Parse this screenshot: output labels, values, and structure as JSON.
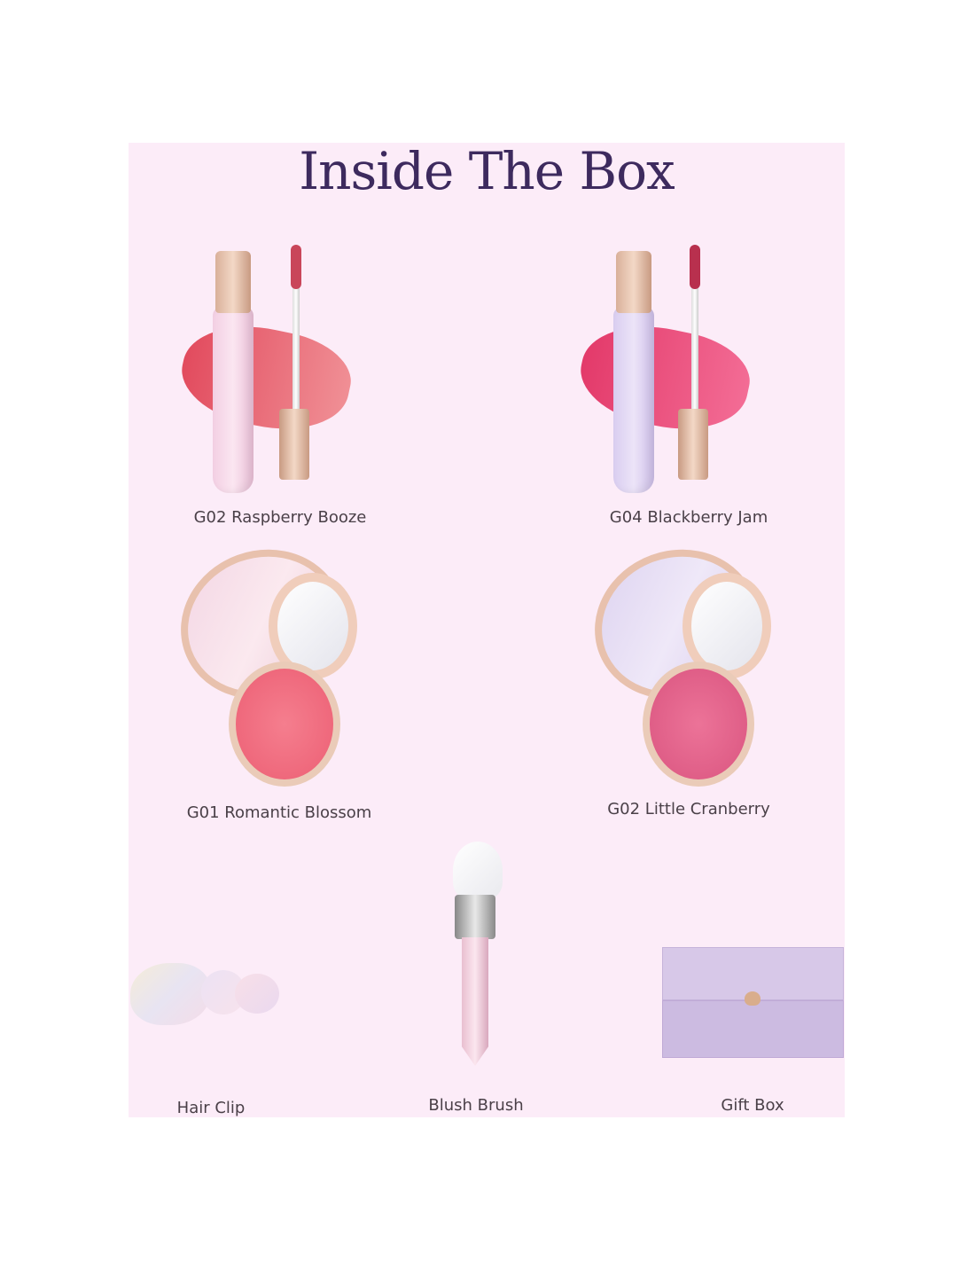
{
  "title": "Inside The Box",
  "items": [
    {
      "label": "G02 Raspberry Booze",
      "icon": "lip-gloss-icon",
      "color": "#e5566c"
    },
    {
      "label": "G04 Blackberry Jam",
      "icon": "lip-gloss-icon",
      "color": "#d93068"
    },
    {
      "label": "G01 Romantic Blossom",
      "icon": "blush-compact-icon",
      "color": "#f0687e"
    },
    {
      "label": "G02 Little Cranberry",
      "icon": "blush-compact-icon",
      "color": "#e05a80"
    },
    {
      "label": "Hair Clip",
      "icon": "hair-clip-icon"
    },
    {
      "label": "Blush Brush",
      "icon": "blush-brush-icon"
    },
    {
      "label": "Gift Box",
      "icon": "gift-box-icon"
    }
  ]
}
